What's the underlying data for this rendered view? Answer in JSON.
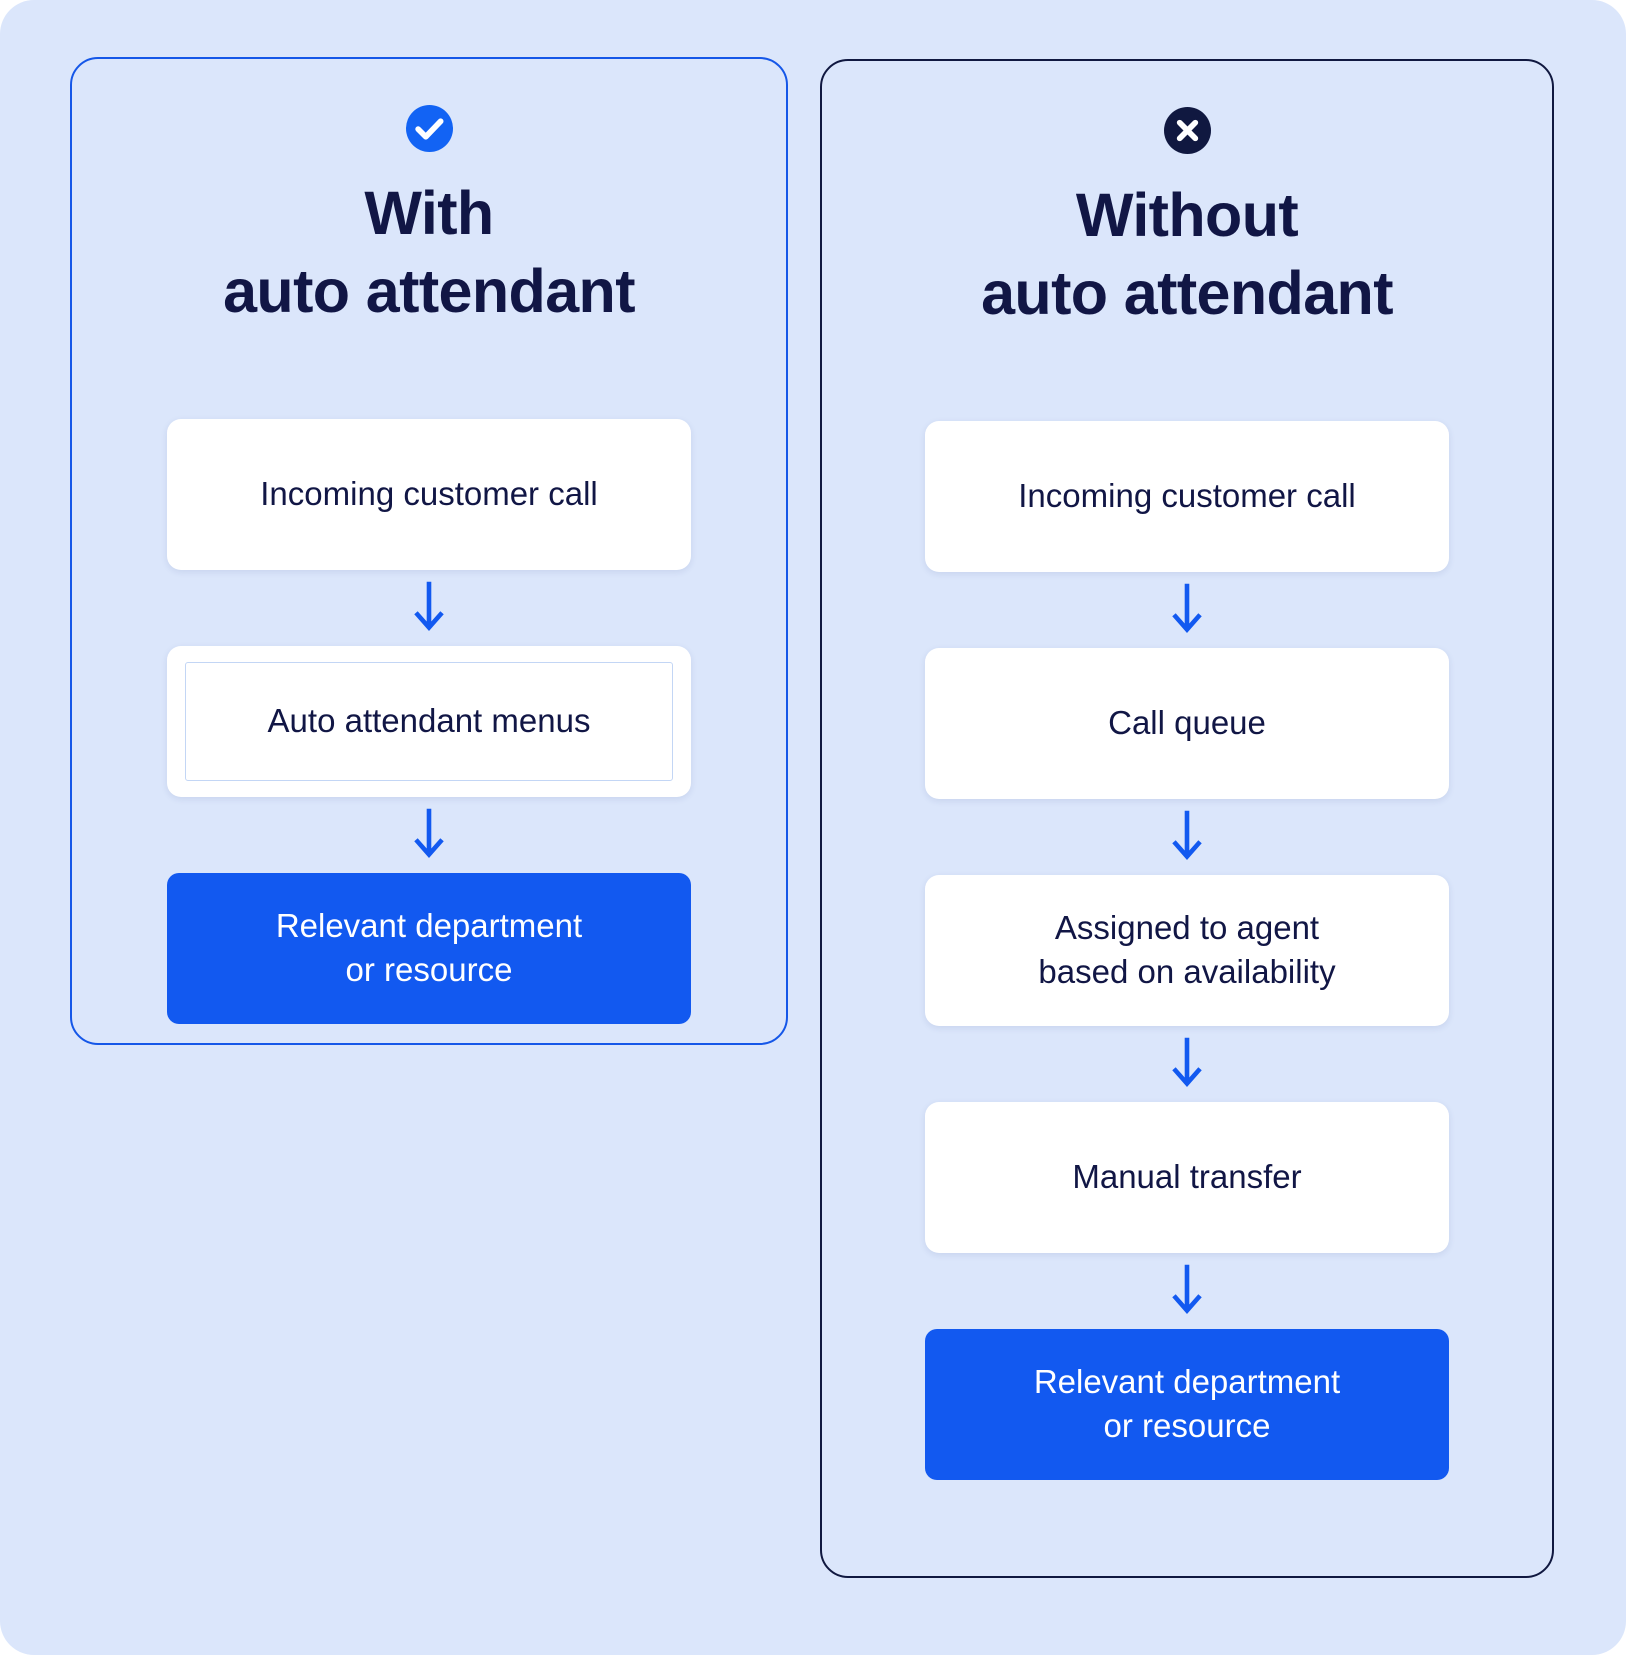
{
  "theme": {
    "canvas_background": "#dbe6fb",
    "accent_blue": "#1259f0",
    "navy": "#101840",
    "card_white": "#ffffff",
    "inner_frame_border": "#c3d6f5"
  },
  "panels": [
    {
      "id": "with-auto-attendant",
      "icon": "check-circle-icon",
      "icon_color": "#1263f4",
      "border_color": "#1557e8",
      "title": "With\nauto attendant",
      "steps": [
        {
          "label": "Incoming customer call",
          "style": "white",
          "framed": false
        },
        {
          "label": "Auto attendant menus",
          "style": "white",
          "framed": true
        },
        {
          "label": "Relevant department\nor resource",
          "style": "accent",
          "framed": false
        }
      ],
      "connector": "down-arrow-icon"
    },
    {
      "id": "without-auto-attendant",
      "icon": "x-circle-icon",
      "icon_color": "#101840",
      "border_color": "#101840",
      "title": "Without\nauto attendant",
      "steps": [
        {
          "label": "Incoming customer call",
          "style": "white",
          "framed": false
        },
        {
          "label": "Call queue",
          "style": "white",
          "framed": false
        },
        {
          "label": "Assigned to agent\nbased on availability",
          "style": "white",
          "framed": false
        },
        {
          "label": "Manual transfer",
          "style": "white",
          "framed": false
        },
        {
          "label": "Relevant department\nor resource",
          "style": "accent",
          "framed": false
        }
      ],
      "connector": "down-arrow-icon"
    }
  ]
}
